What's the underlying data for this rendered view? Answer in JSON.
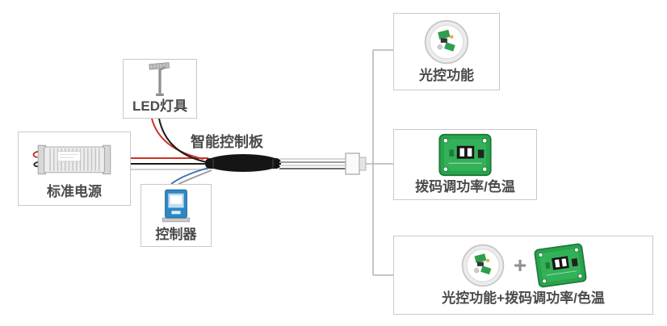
{
  "diagram": {
    "board_label": "智能控制板",
    "nodes": {
      "power": {
        "label": "标准电源"
      },
      "led": {
        "label": "LED灯具"
      },
      "controller": {
        "label": "控制器"
      }
    },
    "options": [
      {
        "label": "光控功能"
      },
      {
        "label": "拨码调功率/色温"
      },
      {
        "label": "光控功能+拨码调功率/色温"
      }
    ],
    "plus": "+",
    "colors": {
      "wire_red": "#cf3326",
      "wire_black": "#1c1c1c",
      "wire_white": "#cfcfcf",
      "wire_blue": "#4a6fb5",
      "branch_gray": "#b3b3b3",
      "pcb_green": "#29a34d",
      "controller_blue": "#2f86c4",
      "label_text": "#4a4a4a"
    }
  }
}
